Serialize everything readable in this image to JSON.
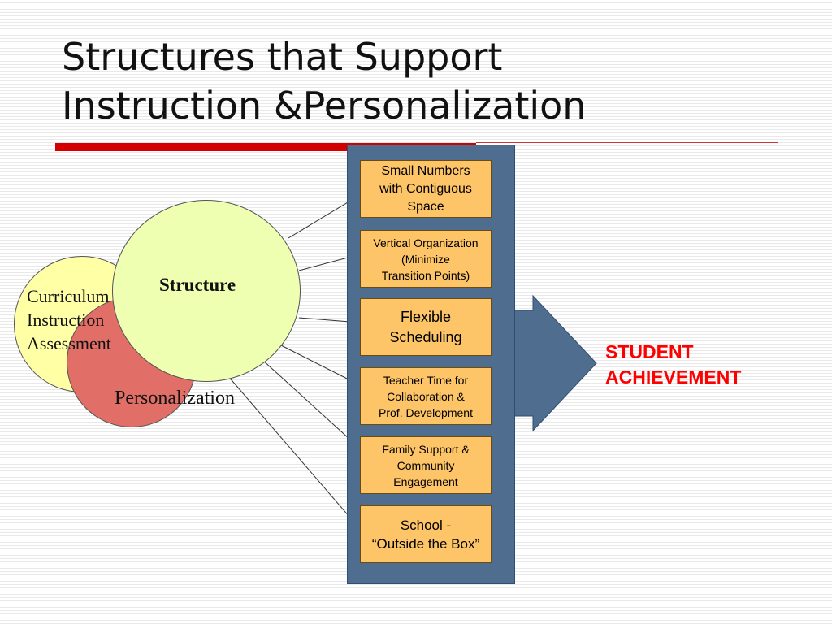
{
  "title": {
    "line1": "Structures that Support",
    "line2": "Instruction &Personalization"
  },
  "diagram": {
    "circles": {
      "curriculum": {
        "lines": [
          "Curriculum",
          "Instruction",
          "Assessment"
        ],
        "color": "#ffffa6"
      },
      "personalization": {
        "label": "Personalization",
        "color": "#e26f67"
      },
      "structure": {
        "label": "Structure",
        "color": "#efffb2"
      }
    },
    "panel_color": "#4f6d8f",
    "box_color": "#fdc468",
    "boxes": [
      {
        "lines": [
          "Small Numbers",
          "with Contiguous",
          "Space"
        ]
      },
      {
        "lines": [
          "Vertical Organization",
          "(Minimize",
          "Transition Points)"
        ]
      },
      {
        "lines": [
          "Flexible",
          "Scheduling"
        ]
      },
      {
        "lines": [
          "Teacher Time for",
          "Collaboration &",
          "Prof. Development"
        ]
      },
      {
        "lines": [
          "Family Support &",
          "Community",
          "Engagement"
        ]
      },
      {
        "lines": [
          "School -",
          "“Outside the Box”"
        ]
      }
    ],
    "outcome": {
      "lines": [
        "STUDENT",
        "ACHIEVEMENT"
      ],
      "color": "#ff0000"
    }
  }
}
